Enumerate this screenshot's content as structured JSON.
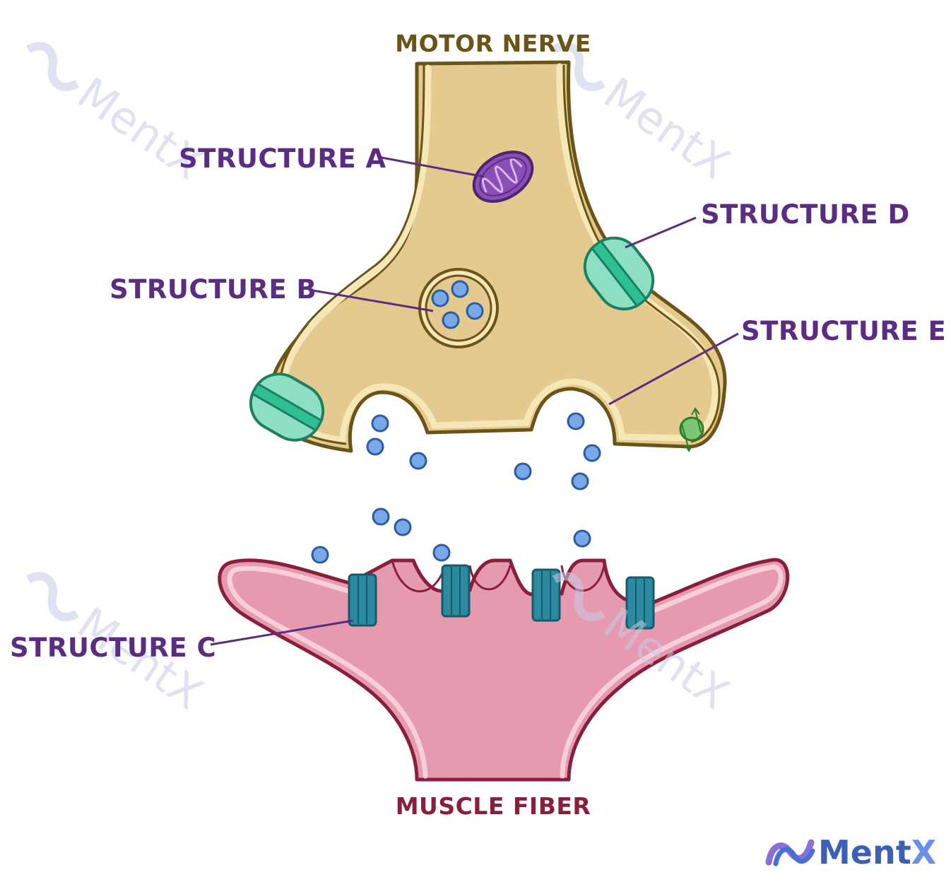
{
  "labels": {
    "motor_nerve": "MOTOR NERVE",
    "muscle_fiber": "MUSCLE FIBER",
    "structure_a": "STRUCTURE A",
    "structure_b": "STRUCTURE B",
    "structure_c": "STRUCTURE C",
    "structure_d": "STRUCTURE D",
    "structure_e": "STRUCTURE E"
  },
  "watermark": {
    "text": "MentX"
  },
  "logo": {
    "name_prefix": "Ment",
    "name_suffix": "X"
  },
  "colors": {
    "nerve_fill": "#e4ca8f",
    "nerve_outline": "#6b5418",
    "nerve_membrane": "#f7e7b6",
    "muscle_fill": "#e59ab0",
    "muscle_outline": "#8a1f3c",
    "muscle_membrane": "#f6cfdb",
    "label_purple": "#5b2d82",
    "mitochondrion": "#8a4fb4",
    "vesicle_dot": "#78a9e6",
    "channel_green": "#8ddfc3",
    "receptor_teal": "#2b8aa0",
    "logo_blue": "#3d5fb5"
  }
}
